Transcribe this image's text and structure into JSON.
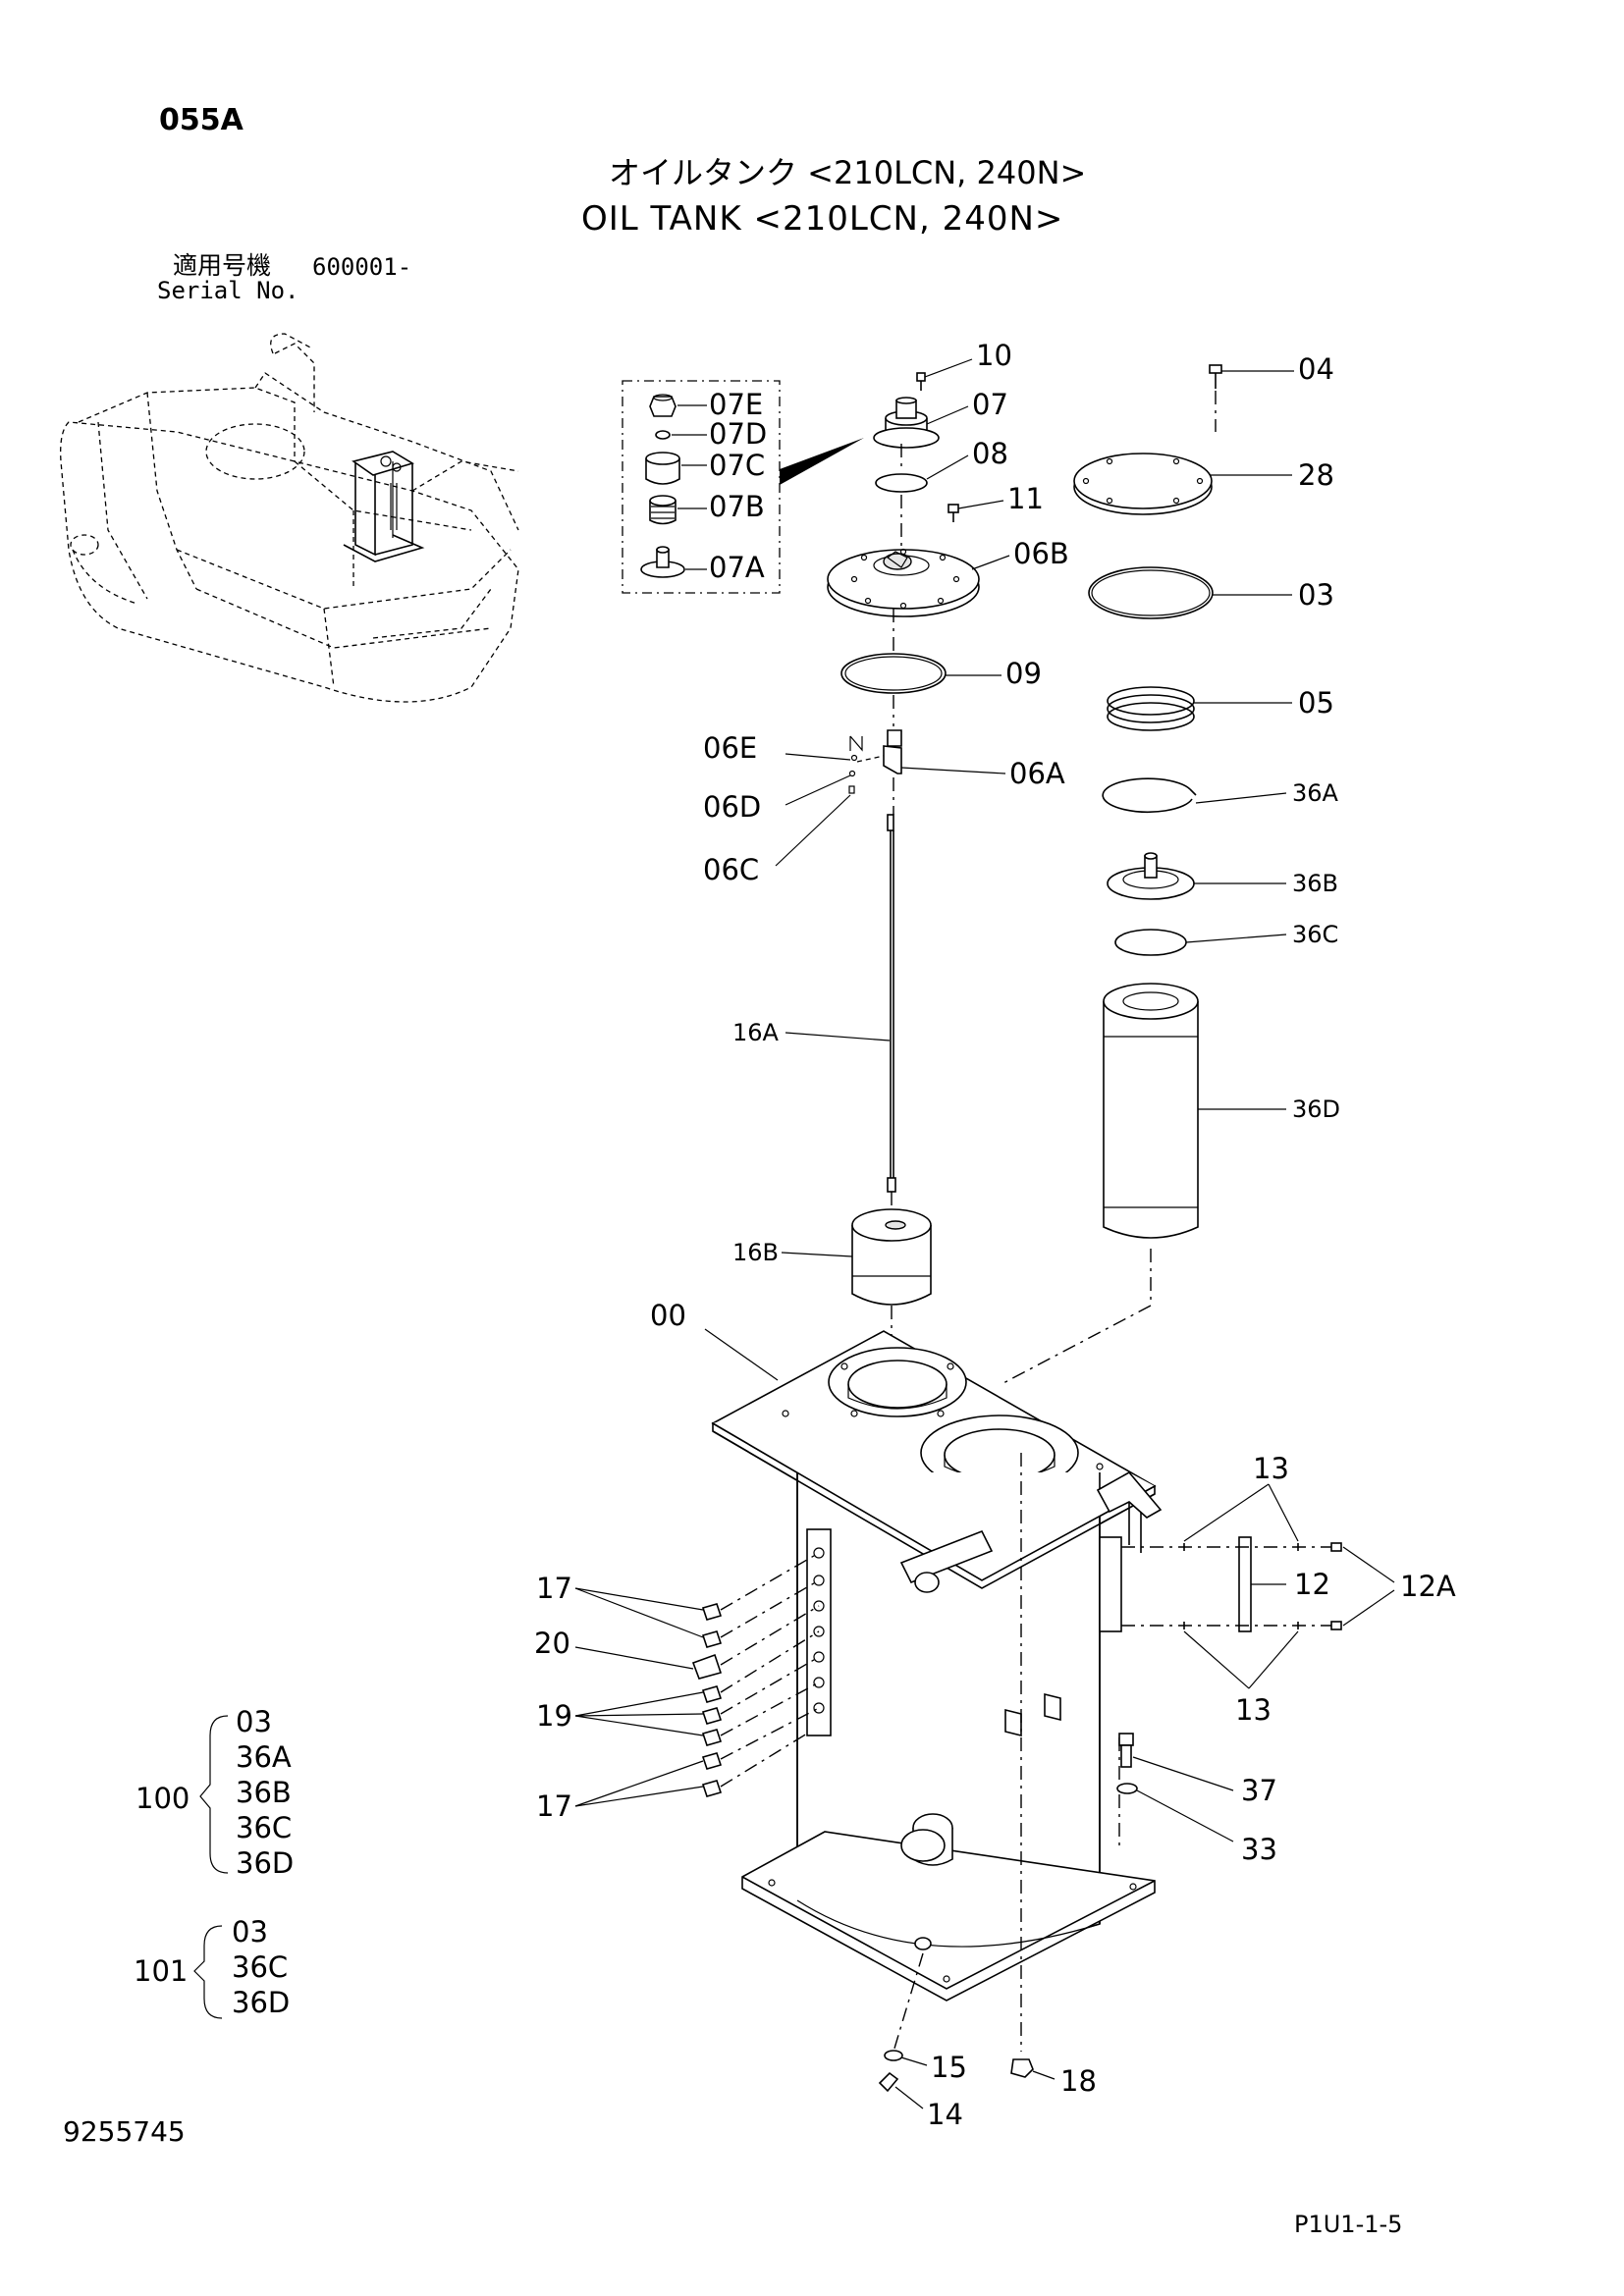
{
  "header": {
    "page_code": "055A",
    "title_jp": "オイルタンク <210LCN, 240N>",
    "title_en": "OIL TANK <210LCN, 240N>",
    "applicable_jp": "適用号機",
    "serial_value": "600001-",
    "serial_en": "Serial No."
  },
  "callouts": {
    "c10": "10",
    "c07": "07",
    "c08": "08",
    "c11": "11",
    "c06B": "06B",
    "c09": "09",
    "c06E": "06E",
    "c06D": "06D",
    "c06C": "06C",
    "c06A": "06A",
    "c07E": "07E",
    "c07D": "07D",
    "c07C": "07C",
    "c07B": "07B",
    "c07A": "07A",
    "c04": "04",
    "c28": "28",
    "c03": "03",
    "c05": "05",
    "c36A": "36A",
    "c36B": "36B",
    "c36C": "36C",
    "c36D": "36D",
    "c16A": "16A",
    "c16B": "16B",
    "c00": "00",
    "c13a": "13",
    "c13b": "13",
    "c12": "12",
    "c12A": "12A",
    "c17a": "17",
    "c20": "20",
    "c19": "19",
    "c17b": "17",
    "c37": "37",
    "c33": "33",
    "c15": "15",
    "c14": "14",
    "c18": "18"
  },
  "kits": [
    {
      "id": "100",
      "items": [
        "03",
        "36A",
        "36B",
        "36C",
        "36D"
      ]
    },
    {
      "id": "101",
      "items": [
        "03",
        "36C",
        "36D"
      ]
    }
  ],
  "footer": {
    "doc_number": "9255745",
    "page_ref": "P1U1-1-5"
  }
}
